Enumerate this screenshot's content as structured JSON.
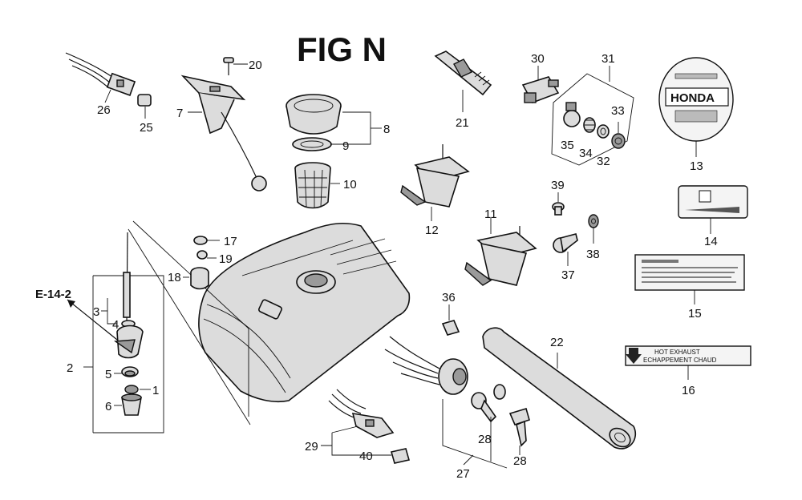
{
  "figure": {
    "title": "FIG N"
  },
  "reference": {
    "label": "E-14-2"
  },
  "callouts": {
    "n1": "1",
    "n2": "2",
    "n3": "3",
    "n4": "4",
    "n5": "5",
    "n6": "6",
    "n7": "7",
    "n8": "8",
    "n9": "9",
    "n10": "10",
    "n11": "11",
    "n12": "12",
    "n13": "13",
    "n14": "14",
    "n15": "15",
    "n16": "16",
    "n17": "17",
    "n18": "18",
    "n19": "19",
    "n20": "20",
    "n21": "21",
    "n22": "22",
    "n25": "25",
    "n26": "26",
    "n27": "27",
    "n28a": "28",
    "n28b": "28",
    "n29": "29",
    "n30": "30",
    "n31": "31",
    "n32": "32",
    "n33": "33",
    "n34": "34",
    "n35": "35",
    "n36": "36",
    "n37": "37",
    "n38": "38",
    "n39": "39",
    "n40": "40"
  },
  "decals": {
    "honda_logo": "HONDA",
    "exhaust_line1": "HOT EXHAUST",
    "exhaust_line2": "ECHAPPEMENT CHAUD"
  }
}
